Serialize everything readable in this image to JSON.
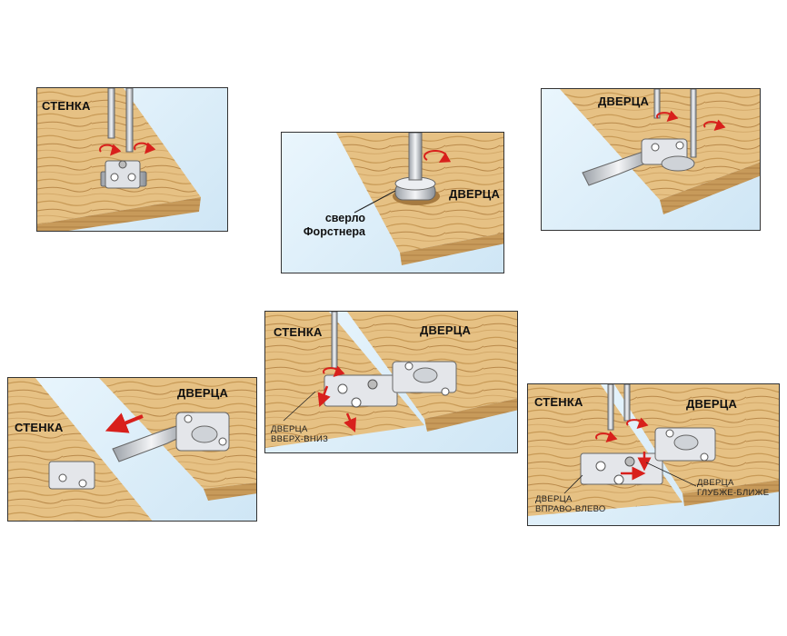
{
  "labels": {
    "wall": "СТЕНКА",
    "door": "ДВЕРЦА",
    "forstner_line1": "сверло",
    "forstner_line2": "Форстнера",
    "door_up_down_line1": "ДВЕРЦА",
    "door_up_down_line2": "ВВЕРХ-ВНИЗ",
    "door_right_left_line1": "ДВЕРЦА",
    "door_right_left_line2": "ВПРАВО-ВЛЕВО",
    "door_deeper_closer_line1": "ДВЕРЦА",
    "door_deeper_closer_line2": "ГЛУБЖЕ-БЛИЖЕ"
  },
  "colors": {
    "wood_light": "#e9c88c",
    "wood_dark": "#b98a4a",
    "wood_edge": "#8c5f2a",
    "metal": "#e4e6ea",
    "metal_dark": "#8f949b",
    "arrow_red": "#d8201c",
    "background_blue": "#d6ebf7"
  }
}
